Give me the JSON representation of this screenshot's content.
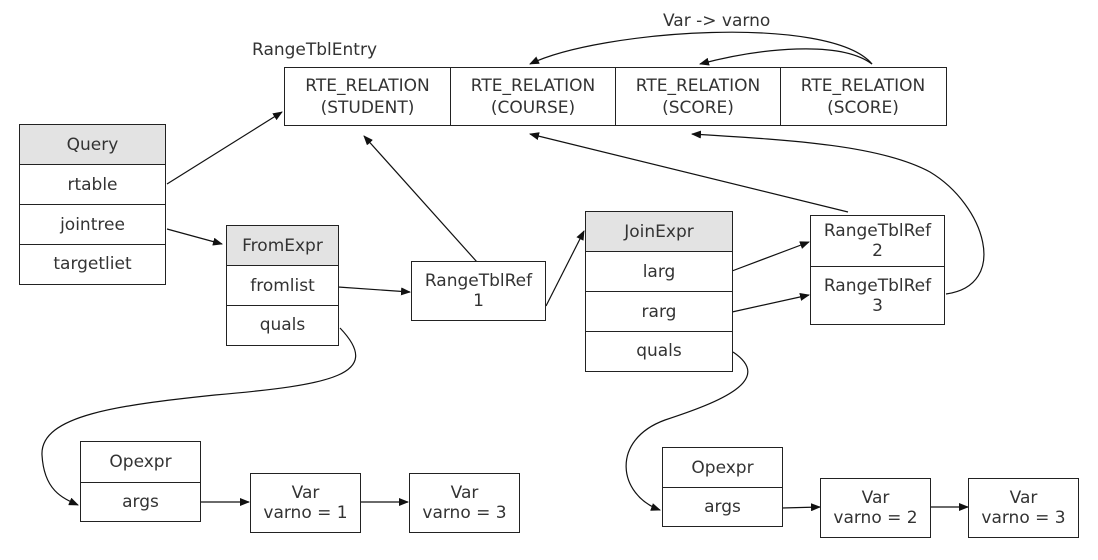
{
  "labels": {
    "range_tbl_entry": "RangeTblEntry",
    "var_varno": "Var -> varno"
  },
  "rte": [
    {
      "line1": "RTE_RELATION",
      "line2": "(STUDENT)"
    },
    {
      "line1": "RTE_RELATION",
      "line2": "(COURSE)"
    },
    {
      "line1": "RTE_RELATION",
      "line2": "(SCORE)"
    },
    {
      "line1": "RTE_RELATION",
      "line2": "(SCORE)"
    }
  ],
  "query": {
    "header": "Query",
    "fields": [
      "rtable",
      "jointree",
      "targetliet"
    ]
  },
  "fromexpr": {
    "header": "FromExpr",
    "fields": [
      "fromlist",
      "quals"
    ]
  },
  "joinexpr": {
    "header": "JoinExpr",
    "fields": [
      "larg",
      "rarg",
      "quals"
    ]
  },
  "rtref1": {
    "line1": "RangeTblRef",
    "line2": "1"
  },
  "rtref2": {
    "line1": "RangeTblRef",
    "line2": "2"
  },
  "rtref3": {
    "line1": "RangeTblRef",
    "line2": "3"
  },
  "opexpr_left": {
    "header": "Opexpr",
    "field": "args"
  },
  "opexpr_right": {
    "header": "Opexpr",
    "field": "args"
  },
  "var_left_1": {
    "line1": "Var",
    "line2": "varno = 1"
  },
  "var_left_2": {
    "line1": "Var",
    "line2": "varno = 3"
  },
  "var_right_1": {
    "line1": "Var",
    "line2": "varno = 2"
  },
  "var_right_2": {
    "line1": "Var",
    "line2": "varno = 3"
  },
  "colors": {
    "stroke": "#222222",
    "header_fill": "#e3e3e3",
    "text": "#333333"
  }
}
